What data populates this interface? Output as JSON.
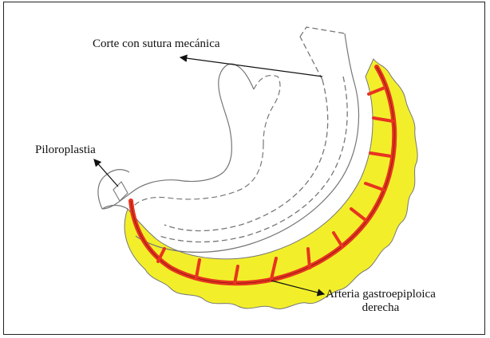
{
  "labels": {
    "cut": "Corte con sutura mecánica",
    "pyloroplasty": "Piloroplastia",
    "artery_line1": "Arteria gastroepiploica",
    "artery_line2": "derecha"
  },
  "colors": {
    "fat": "#f2ef2a",
    "artery": "#e8341f",
    "outline": "#777777",
    "arrow": "#111111"
  }
}
